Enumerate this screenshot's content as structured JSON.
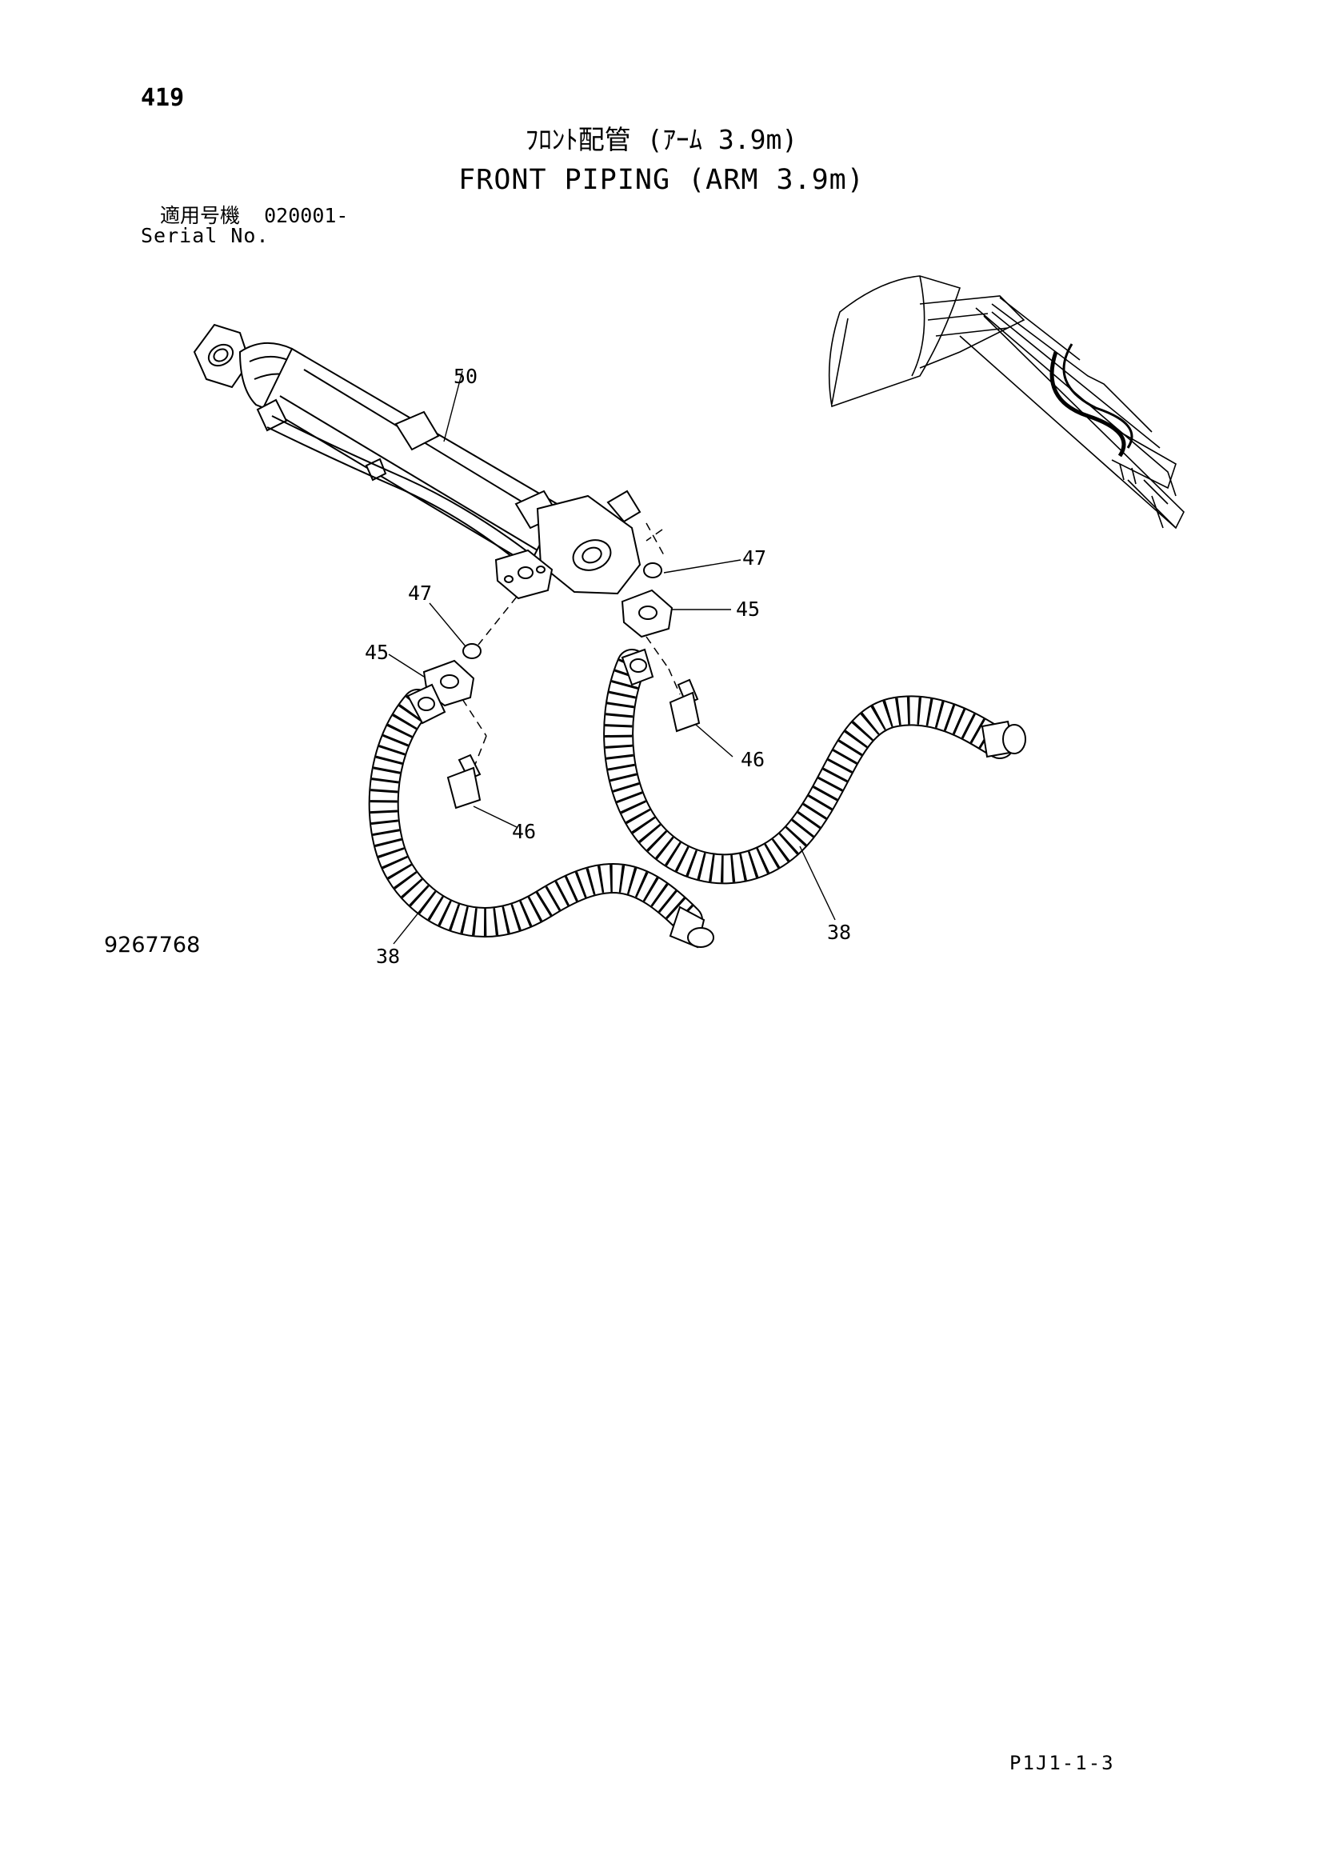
{
  "page_number": "419",
  "title_jp": "ﾌﾛﾝﾄ配管 (ｱｰﾑ 3.9m)",
  "title_en": "FRONT PIPING (ARM 3.9m)",
  "serial": {
    "label_jp": "適用号機",
    "value": "020001-",
    "label_en": "Serial No."
  },
  "drawing_number": "9267768",
  "footer_code": "P1J1-1-3",
  "callouts": [
    "50",
    "47",
    "45",
    "46",
    "38",
    "47",
    "45",
    "46",
    "38"
  ]
}
